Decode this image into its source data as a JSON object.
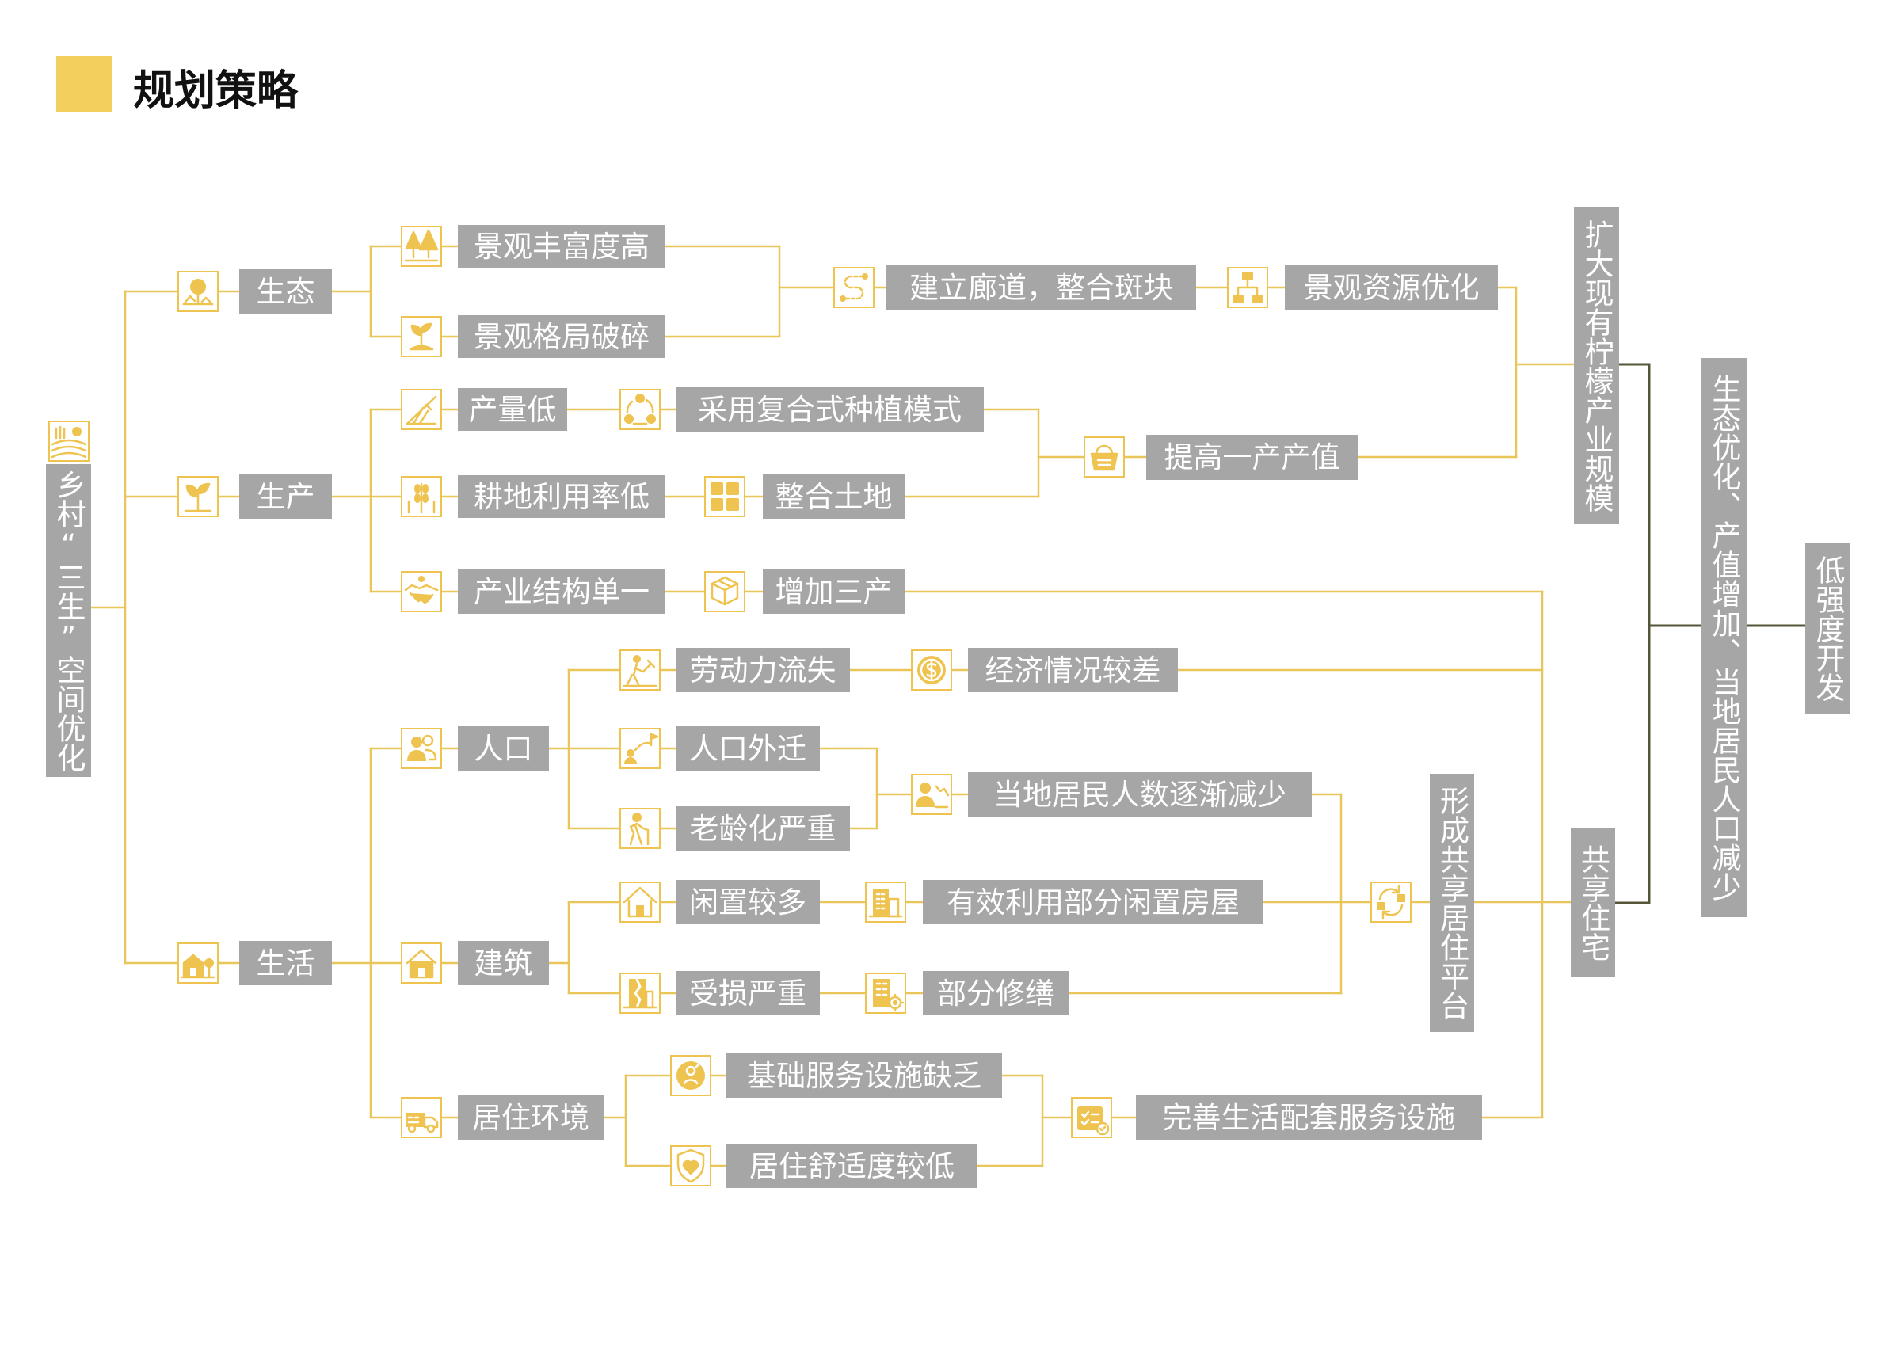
{
  "title": "规划策略",
  "colors": {
    "accent": "#f3cf5e",
    "line": "#e8c65a",
    "node": "#a6a6a6",
    "dark_line": "#55553a",
    "icon": "#eec350"
  },
  "root": {
    "label": "乡村“三生”空间优化",
    "icon": "farmland-icon"
  },
  "branches": {
    "ecology": {
      "label": "生态",
      "icon": "ecology-icon"
    },
    "production": {
      "label": "生产",
      "icon": "sprout-icon"
    },
    "living": {
      "label": "生活",
      "icon": "house-trees-icon"
    }
  },
  "ecology": {
    "issues": [
      {
        "label": "景观丰富度高",
        "icon": "trees-icon"
      },
      {
        "label": "景观格局破碎",
        "icon": "seedling-icon"
      }
    ],
    "measure": {
      "label": "建立廊道，整合斑块",
      "icon": "route-icon"
    },
    "result": {
      "label": "景观资源优化",
      "icon": "hierarchy-icon"
    }
  },
  "production": {
    "rows": [
      {
        "issue": {
          "label": "产量低",
          "icon": "field-icon"
        },
        "measure": {
          "label": "采用复合式种植模式",
          "icon": "cycle-icon"
        }
      },
      {
        "issue": {
          "label": "耕地利用率低",
          "icon": "wheat-icon"
        },
        "measure": {
          "label": "整合土地",
          "icon": "land-grid-icon"
        }
      },
      {
        "issue": {
          "label": "产业结构单一",
          "icon": "handshake-icon"
        },
        "measure": {
          "label": "增加三产",
          "icon": "boxes-icon"
        }
      }
    ],
    "result": {
      "label": "提高一产产值",
      "icon": "basket-icon"
    }
  },
  "living": {
    "population": {
      "label": "人口",
      "icon": "people-icon",
      "items": [
        {
          "label": "劳动力流失",
          "icon": "worker-icon"
        },
        {
          "label": "人口外迁",
          "icon": "migration-icon"
        },
        {
          "label": "老龄化严重",
          "icon": "elderly-icon"
        }
      ],
      "economy": {
        "label": "经济情况较差",
        "icon": "coin-icon"
      },
      "result": {
        "label": "当地居民人数逐渐减少",
        "icon": "person-decline-icon"
      }
    },
    "buildings": {
      "label": "建筑",
      "icon": "house-icon",
      "items": [
        {
          "label": "闲置较多",
          "icon": "home-icon",
          "measure": {
            "label": "有效利用部分闲置房屋",
            "icon": "building-icon"
          }
        },
        {
          "label": "受损严重",
          "icon": "damaged-building-icon",
          "measure": {
            "label": "部分修缮",
            "icon": "repair-building-icon"
          }
        }
      ]
    },
    "environment": {
      "label": "居住环境",
      "icon": "truck-house-icon",
      "items": [
        {
          "label": "基础服务设施缺乏",
          "icon": "service-icon"
        },
        {
          "label": "居住舒适度较低",
          "icon": "comfort-icon"
        }
      ],
      "measure": {
        "label": "完善生活配套服务设施",
        "icon": "checklist-icon"
      }
    },
    "platform": {
      "label": "形成共享居住平台",
      "icon": "share-icon"
    }
  },
  "strategies": {
    "lemon": "扩大现有柠檬产业规模",
    "housing": "共享住宅"
  },
  "outcome": "生态优化、产值增加、当地居民人口减少",
  "goal": "低强度开发"
}
